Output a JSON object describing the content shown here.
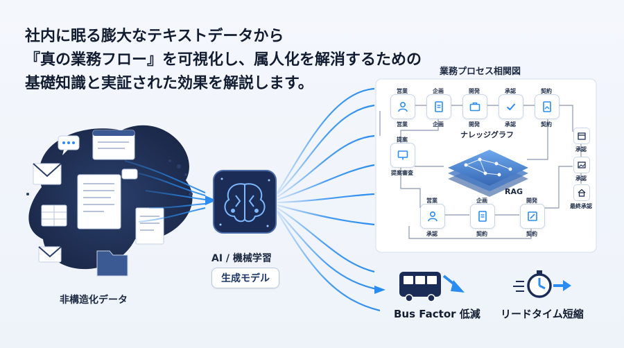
{
  "headline": {
    "line1": "社内に眠る膨大なテキストデータから",
    "line2": "『真の業務フロー』を可視化し、属人化を解消するための",
    "line3": "基礎知識と実証された効果を解説します。"
  },
  "left_cluster": {
    "caption": "非構造化データ"
  },
  "ai_node": {
    "caption": "AI / 機械学習",
    "pill": "生成モデル"
  },
  "process_map": {
    "title": "業務プロセス相関図",
    "top_row": [
      {
        "top": "営業",
        "bottom": "営業",
        "icon": "person-icon"
      },
      {
        "top": "企画",
        "bottom": "企画",
        "icon": "document-icon"
      },
      {
        "top": "開発",
        "bottom": "開発",
        "icon": "briefcase-icon"
      },
      {
        "top": "承認",
        "bottom": "承認",
        "icon": "check-icon"
      },
      {
        "top": "契約",
        "bottom": "契約",
        "icon": "contract-icon"
      }
    ],
    "mid_left": {
      "top": "提案",
      "bottom": "提案審査"
    },
    "knowledge_graph_label": "ナレッジグラフ",
    "rag_label": "RAG",
    "bottom_row": [
      {
        "top": "営業",
        "bottom": "承認",
        "icon": "person-icon"
      },
      {
        "top": "企画",
        "bottom": "契約",
        "icon": "document-icon"
      },
      {
        "top": "開発",
        "bottom": "契約",
        "icon": "edit-icon"
      }
    ],
    "right_column": [
      {
        "label": "承認",
        "icon": "calendar-icon"
      },
      {
        "label": "承認",
        "icon": "image-icon"
      },
      {
        "label": "最終承認",
        "icon": "home-icon"
      }
    ]
  },
  "benefits": [
    {
      "label": "Bus Factor 低減",
      "icon": "bus-icon"
    },
    {
      "label": "リードタイム短縮",
      "icon": "stopwatch-icon"
    }
  ],
  "colors": {
    "accent": "#2a8cf0",
    "navy": "#1b2d57",
    "dark": "#16213a"
  }
}
